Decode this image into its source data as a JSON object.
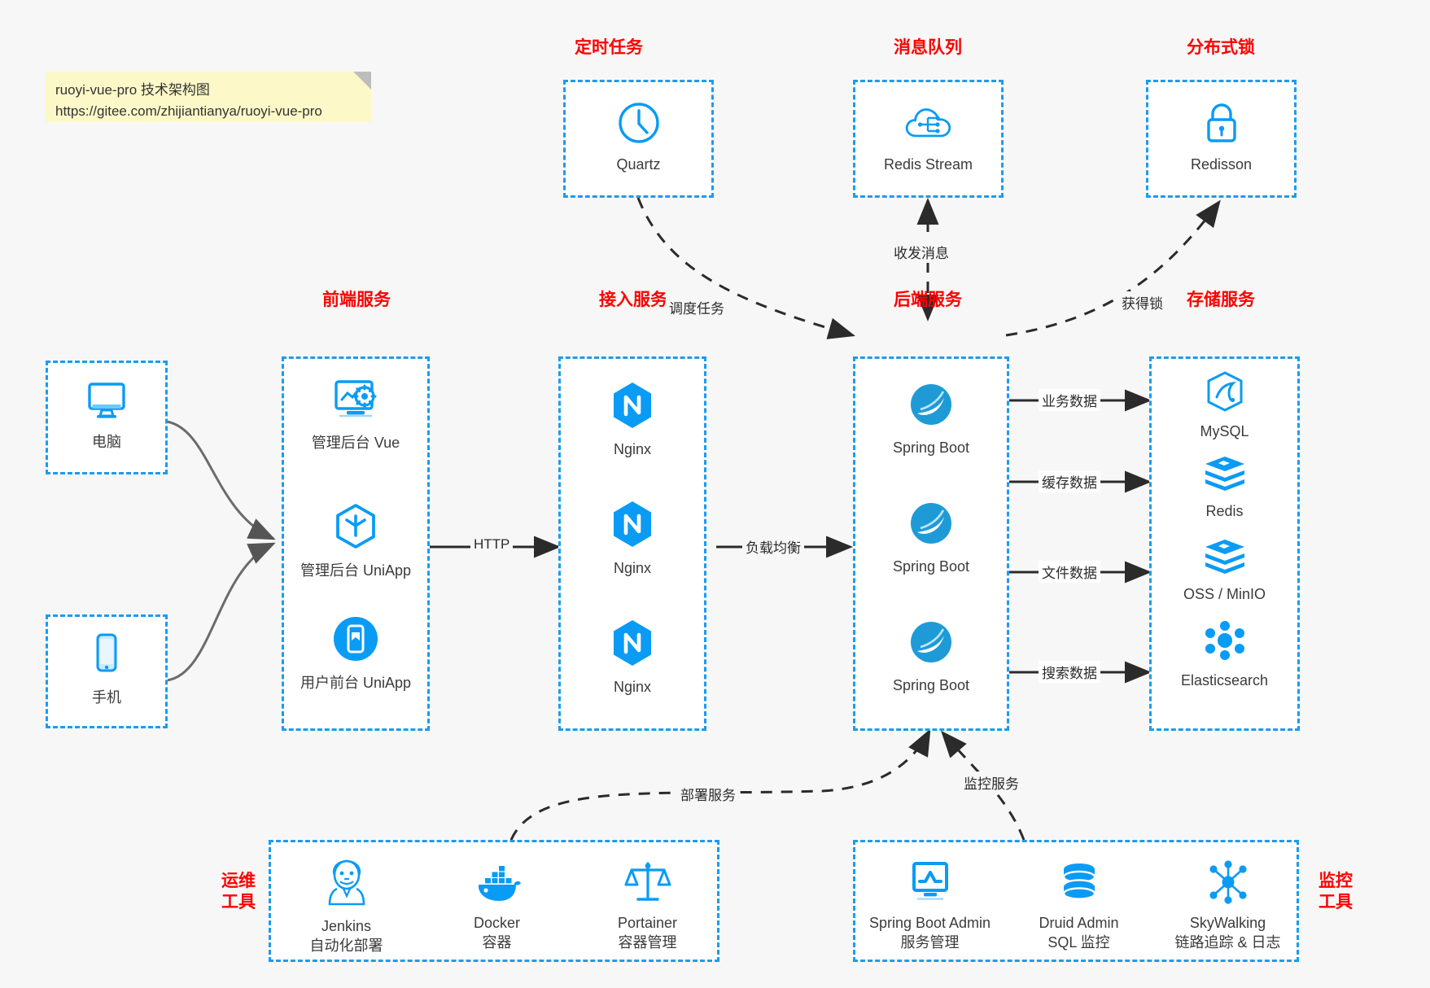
{
  "note": {
    "line1": "ruoyi-vue-pro 技术架构图",
    "line2": "https://gitee.com/zhijiantianya/ruoyi-vue-pro"
  },
  "colors": {
    "accent_blue": "#1b9cf0",
    "icon_blue": "#0a9bf5",
    "title_red": "#ff0000",
    "background": "#f7f7f7",
    "note_yellow": "#fcf8c8",
    "edge_gray": "#555555"
  },
  "groups": {
    "scheduler": {
      "title": "定时任务",
      "nodes": [
        {
          "icon": "clock-icon",
          "label": "Quartz"
        }
      ]
    },
    "message_queue": {
      "title": "消息队列",
      "nodes": [
        {
          "icon": "cloud-stream-icon",
          "label": "Redis Stream"
        }
      ]
    },
    "distributed_lock": {
      "title": "分布式锁",
      "nodes": [
        {
          "icon": "lock-icon",
          "label": "Redisson"
        }
      ]
    },
    "clients": {
      "nodes": [
        {
          "icon": "desktop-icon",
          "label": "电脑"
        },
        {
          "icon": "phone-icon",
          "label": "手机"
        }
      ]
    },
    "frontend": {
      "title": "前端服务",
      "nodes": [
        {
          "icon": "monitor-gear-icon",
          "label": "管理后台 Vue"
        },
        {
          "icon": "cube-icon",
          "label": "管理后台 UniApp"
        },
        {
          "icon": "mobile-app-icon",
          "label": "用户前台 UniApp"
        }
      ]
    },
    "gateway": {
      "title": "接入服务",
      "nodes": [
        {
          "icon": "nginx-icon",
          "label": "Nginx"
        },
        {
          "icon": "nginx-icon",
          "label": "Nginx"
        },
        {
          "icon": "nginx-icon",
          "label": "Nginx"
        }
      ]
    },
    "backend": {
      "title": "后端服务",
      "nodes": [
        {
          "icon": "spring-boot-icon",
          "label": "Spring Boot"
        },
        {
          "icon": "spring-boot-icon",
          "label": "Spring Boot"
        },
        {
          "icon": "spring-boot-icon",
          "label": "Spring Boot"
        }
      ]
    },
    "storage": {
      "title": "存储服务",
      "nodes": [
        {
          "icon": "mysql-icon",
          "label": "MySQL"
        },
        {
          "icon": "redis-icon",
          "label": "Redis"
        },
        {
          "icon": "oss-icon",
          "label": "OSS / MinIO"
        },
        {
          "icon": "elasticsearch-icon",
          "label": "Elasticsearch"
        }
      ]
    },
    "ops_tools": {
      "title": "运维\n工具",
      "title_line1": "运维",
      "title_line2": "工具",
      "nodes": [
        {
          "icon": "jenkins-icon",
          "label": "Jenkins",
          "sublabel": "自动化部署"
        },
        {
          "icon": "docker-icon",
          "label": "Docker",
          "sublabel": "容器"
        },
        {
          "icon": "portainer-icon",
          "label": "Portainer",
          "sublabel": "容器管理"
        }
      ]
    },
    "monitor_tools": {
      "title_line1": "监控",
      "title_line2": "工具",
      "nodes": [
        {
          "icon": "monitor-chart-icon",
          "label": "Spring Boot Admin",
          "sublabel": "服务管理"
        },
        {
          "icon": "database-icon",
          "label": "Druid Admin",
          "sublabel": "SQL 监控"
        },
        {
          "icon": "skywalking-icon",
          "label": "SkyWalking",
          "sublabel": "链路追踪 & 日志"
        }
      ]
    }
  },
  "edges": {
    "http": "HTTP",
    "load_balance": "负载均衡",
    "schedule_task": "调度任务",
    "send_receive_message": "收发消息",
    "acquire_lock": "获得锁",
    "business_data": "业务数据",
    "cache_data": "缓存数据",
    "file_data": "文件数据",
    "search_data": "搜索数据",
    "deploy_service": "部署服务",
    "monitor_service": "监控服务"
  }
}
